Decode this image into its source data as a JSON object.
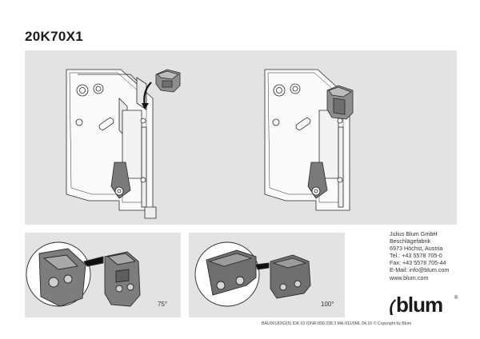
{
  "title": "20K70X1",
  "angles": {
    "left": "75°",
    "right": "100°"
  },
  "contact": {
    "company": "Julius Blum GmbH",
    "division": "Beschlägefabrik",
    "address": "6973 Höchst, Austria",
    "tel": "Tel.: +43 5578 705-0",
    "fax": "Fax: +43 5578 705-44",
    "email": "E-Mail: info@blum.com",
    "web": "www.blum.com"
  },
  "brand": {
    "name": "blum",
    "registered": "®"
  },
  "footer": "BAU0018262(5)   IDK:01   IDNR:899.338.3   MA-911/0ML   04.16   © Copyright by Blum",
  "colors": {
    "panel": "#e3e3e3",
    "cap_dark": "#6f6f6f",
    "cap_mid": "#9a9a9a",
    "line": "#2a2a2a"
  },
  "icons": [
    "curved-arrow-icon",
    "blum-logo-icon"
  ]
}
